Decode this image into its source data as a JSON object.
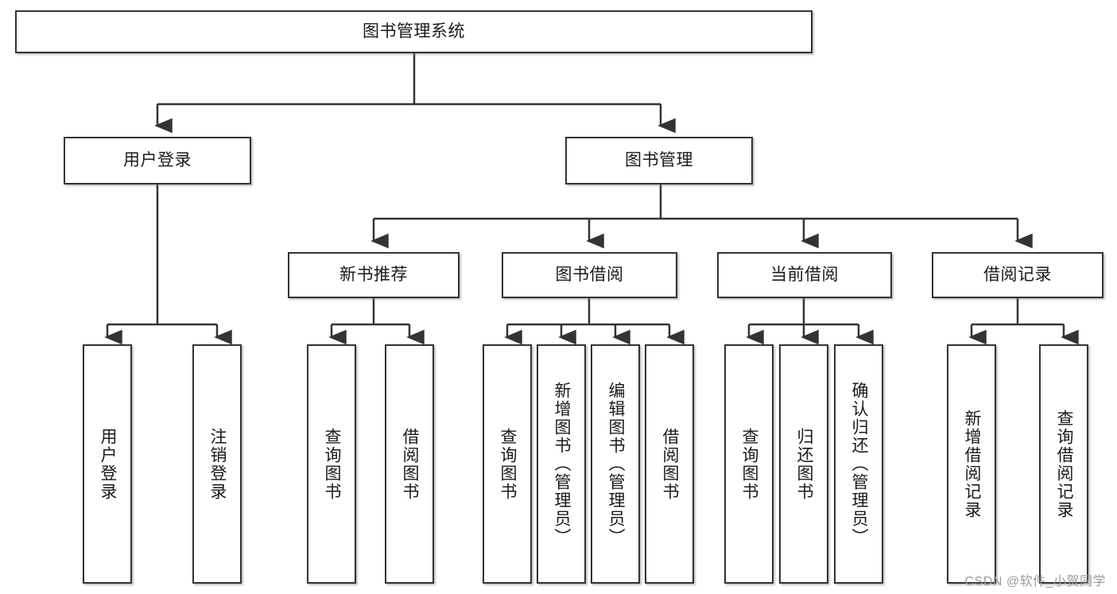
{
  "diagram": {
    "type": "tree",
    "title": "图书管理系统",
    "watermark": "CSDN @软件_小贺同学",
    "colors": {
      "box_border": "#333333",
      "box_fill": "#ffffff",
      "line": "#333333",
      "text": "#1a1a1a",
      "watermark": "#9b9b9b"
    },
    "root": {
      "label": "图书管理系统"
    },
    "level2": [
      {
        "label": "用户登录"
      },
      {
        "label": "图书管理"
      }
    ],
    "level3": [
      {
        "label": "新书推荐"
      },
      {
        "label": "图书借阅"
      },
      {
        "label": "当前借阅"
      },
      {
        "label": "借阅记录"
      }
    ],
    "leaves": {
      "user_login": [
        {
          "label": "用户登录"
        },
        {
          "label": "注销登录"
        }
      ],
      "new_book_recommend": [
        {
          "label": "查询图书"
        },
        {
          "label": "借阅图书"
        }
      ],
      "book_borrow": [
        {
          "label": "查询图书"
        },
        {
          "label": "新增图书（管理员）"
        },
        {
          "label": "编辑图书（管理员）"
        },
        {
          "label": "借阅图书"
        }
      ],
      "current_borrow": [
        {
          "label": "查询图书"
        },
        {
          "label": "归还图书"
        },
        {
          "label": "确认归还（管理员）"
        }
      ],
      "borrow_record": [
        {
          "label": "新增借阅记录"
        },
        {
          "label": "查询借阅记录"
        }
      ]
    }
  }
}
